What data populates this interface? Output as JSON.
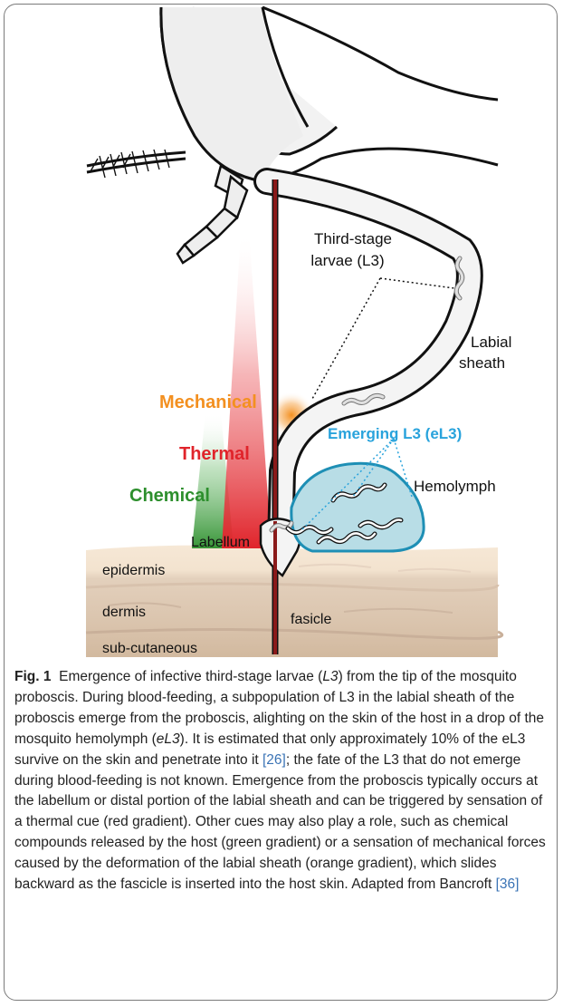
{
  "figure": {
    "labels": {
      "third_stage_line1": "Third-stage",
      "third_stage_line2": "larvae (L3)",
      "labial_line1": "Labial",
      "labial_line2": "sheath",
      "mechanical": "Mechanical",
      "thermal": "Thermal",
      "chemical": "Chemical",
      "emerging": "Emerging L3 (eL3)",
      "hemolymph": "Hemolymph",
      "labellum": "Labellum",
      "epidermis": "epidermis",
      "dermis": "dermis",
      "fascicle": "fasicle",
      "subcutaneous": "sub-cutaneous"
    },
    "colors": {
      "mechanical": "#f39020",
      "thermal": "#e0242b",
      "chemical": "#2d8f2d",
      "emerging": "#29a3dc",
      "hemolymph_fill": "#b8dde6",
      "hemolymph_stroke": "#1e8fb5",
      "fascicle": "#8b1a1a",
      "skin_top": "#f6e6d2",
      "skin_mid": "#e1cdb8",
      "skin_bottom": "#d4bda4"
    }
  },
  "caption": {
    "fig_label": "Fig. 1",
    "text_1": "Emergence of infective third-stage larvae (",
    "em_1": "L3",
    "text_2": ") from the tip of the mosquito proboscis. During blood-feeding, a subpopulation of L3 in the labial sheath of the proboscis emerge from the proboscis, alighting on the skin of the host in a drop of the mosquito hemolymph (",
    "em_2": "eL3",
    "text_3": "). It is estimated that only approximately 10% of the eL3 survive on the skin and penetrate into it ",
    "ref_1": "[26]",
    "text_4": "; the fate of the L3 that do not emerge during blood-feeding is not known. Emergence from the proboscis typically occurs at the labellum or distal portion of the labial sheath and can be triggered by sensation of a thermal cue (red gradient). Other cues may also play a role, such as chemical compounds released by the host (green gradient) or a sensation of mechanical forces caused by the deformation of the labial sheath (orange gradient), which slides backward as the fascicle is inserted into the host skin. Adapted from Bancroft ",
    "ref_2": "[36]"
  }
}
